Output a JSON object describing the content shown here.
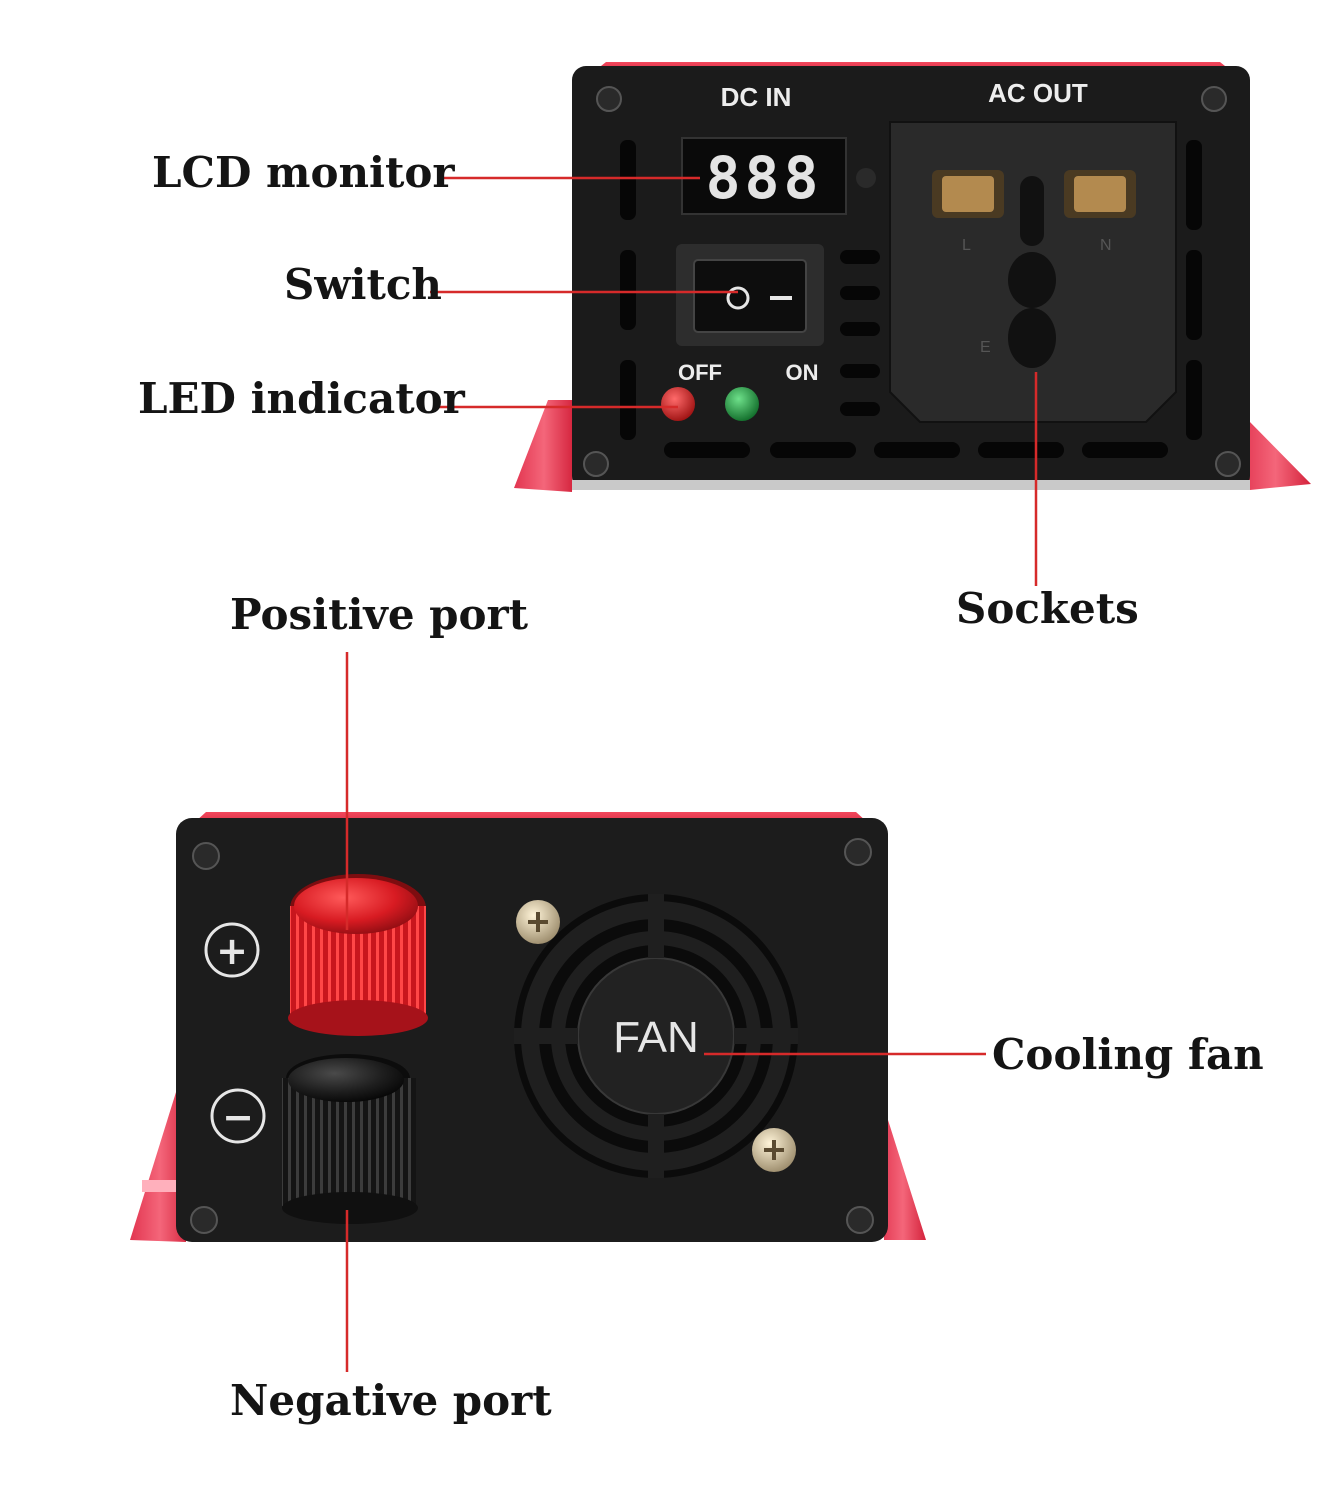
{
  "front_panel": {
    "dc_in_label": "DC IN",
    "ac_out_label": "AC OUT",
    "display_digits": "888",
    "switch_off_symbol": "O",
    "switch_on_symbol": "—",
    "off_label": "OFF",
    "on_label": "ON",
    "socket_l_mark": "L",
    "socket_n_mark": "N",
    "socket_e_mark": "E"
  },
  "back_panel": {
    "positive_symbol": "+",
    "negative_symbol": "−",
    "fan_label": "FAN"
  },
  "callouts": {
    "lcd_monitor": "LCD monitor",
    "switch": "Switch",
    "led_indicator": "LED indicator",
    "sockets": "Sockets",
    "positive_port": "Positive port",
    "negative_port": "Negative port",
    "cooling_fan": "Cooling fan"
  },
  "colors": {
    "casing_red": "#e8293f",
    "panel_black": "#1b1b1b",
    "leader_line": "#d62a2a",
    "led_off_red": "#cc1f1f",
    "led_on_green": "#1f8f3a",
    "display_digit": "#e8e8e8"
  }
}
